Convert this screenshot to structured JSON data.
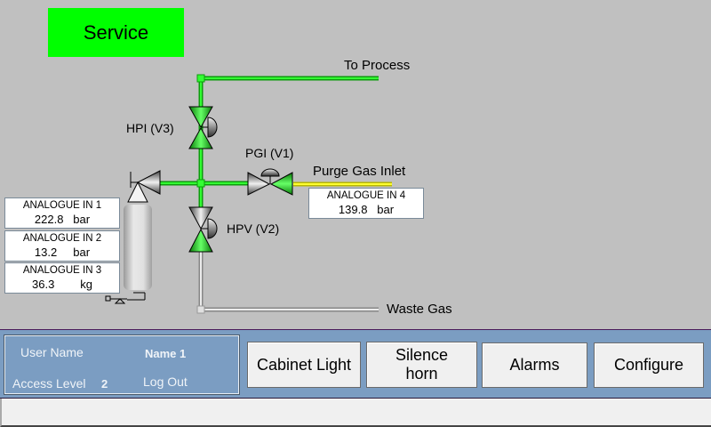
{
  "mode_indicator": {
    "label": "Service",
    "color": "#00ff00"
  },
  "diagram": {
    "labels": {
      "to_process": "To Process",
      "purge_gas_inlet": "Purge Gas Inlet",
      "waste_gas": "Waste Gas"
    },
    "valves": [
      {
        "id": "V3",
        "label": "HPI (V3)",
        "state": "open"
      },
      {
        "id": "V1",
        "label": "PGI (V1)",
        "state": "partial"
      },
      {
        "id": "V2",
        "label": "HPV (V2)",
        "state": "partial"
      }
    ],
    "analogue_inputs": [
      {
        "title": "ANALOGUE  IN 1",
        "value": "222.8",
        "unit": "bar"
      },
      {
        "title": "ANALOGUE IN 2",
        "value": "13.2",
        "unit": "bar"
      },
      {
        "title": "ANALOGUE IN 3",
        "value": "36.3",
        "unit": "kg"
      },
      {
        "title": "ANALOGUE IN 4",
        "value": "139.8",
        "unit": "bar"
      }
    ],
    "colors": {
      "active_line": "#22dd22",
      "purge_line": "#ffff00",
      "waste_line": "#d8d8d8"
    }
  },
  "user_panel": {
    "user_name_label": "User Name",
    "user_name_value": "Name 1",
    "access_level_label": "Access Level",
    "access_level_value": "2",
    "logout_label": "Log Out"
  },
  "buttons": {
    "cabinet_light": "Cabinet Light",
    "silence_horn_line1": "Silence",
    "silence_horn_line2": "horn",
    "alarms": "Alarms",
    "configure": "Configure"
  }
}
